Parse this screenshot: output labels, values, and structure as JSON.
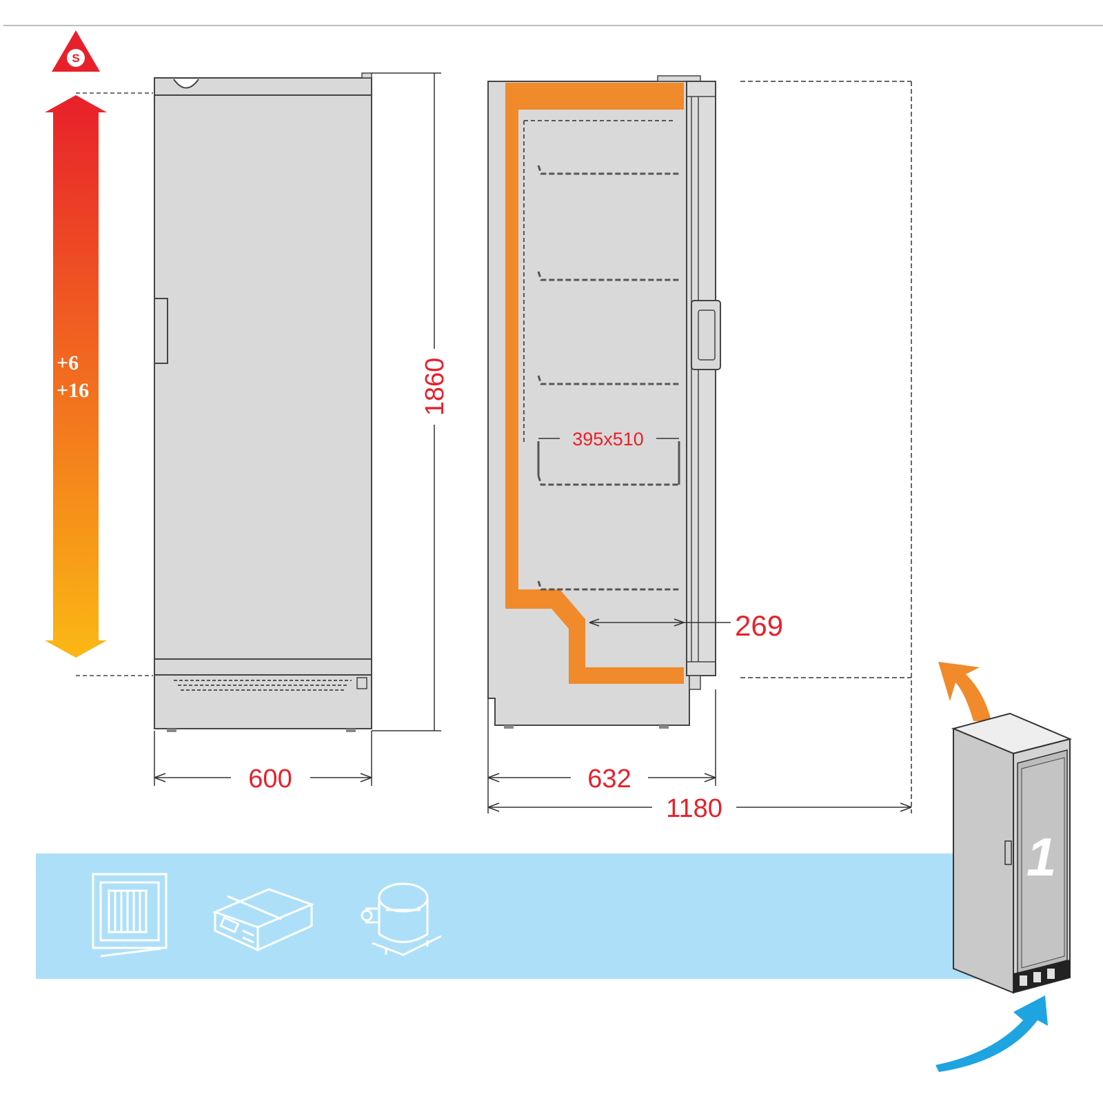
{
  "badge": {
    "letter": "S",
    "color": "#e8202a"
  },
  "temperature": {
    "max": "+6",
    "min": "+16",
    "gradient_top": "#e8202a",
    "gradient_bottom": "#fbb814"
  },
  "dimensions": {
    "height": "1860",
    "width_front": "600",
    "depth_side": "632",
    "depth_open": "1180",
    "shelf_size": "395x510",
    "bottom_gap": "269"
  },
  "colors": {
    "dimension": "#e8202a",
    "insulation": "#f08a2b",
    "cabinet": "#d9d9d9",
    "band": "#ade0f8",
    "airflow_out": "#f08a2b",
    "airflow_in": "#1ea4e0"
  },
  "features": {
    "icons": [
      "static-evaporator-icon",
      "electronic-controller-icon",
      "compressor-icon"
    ]
  },
  "model_badge": {
    "number": "1"
  }
}
